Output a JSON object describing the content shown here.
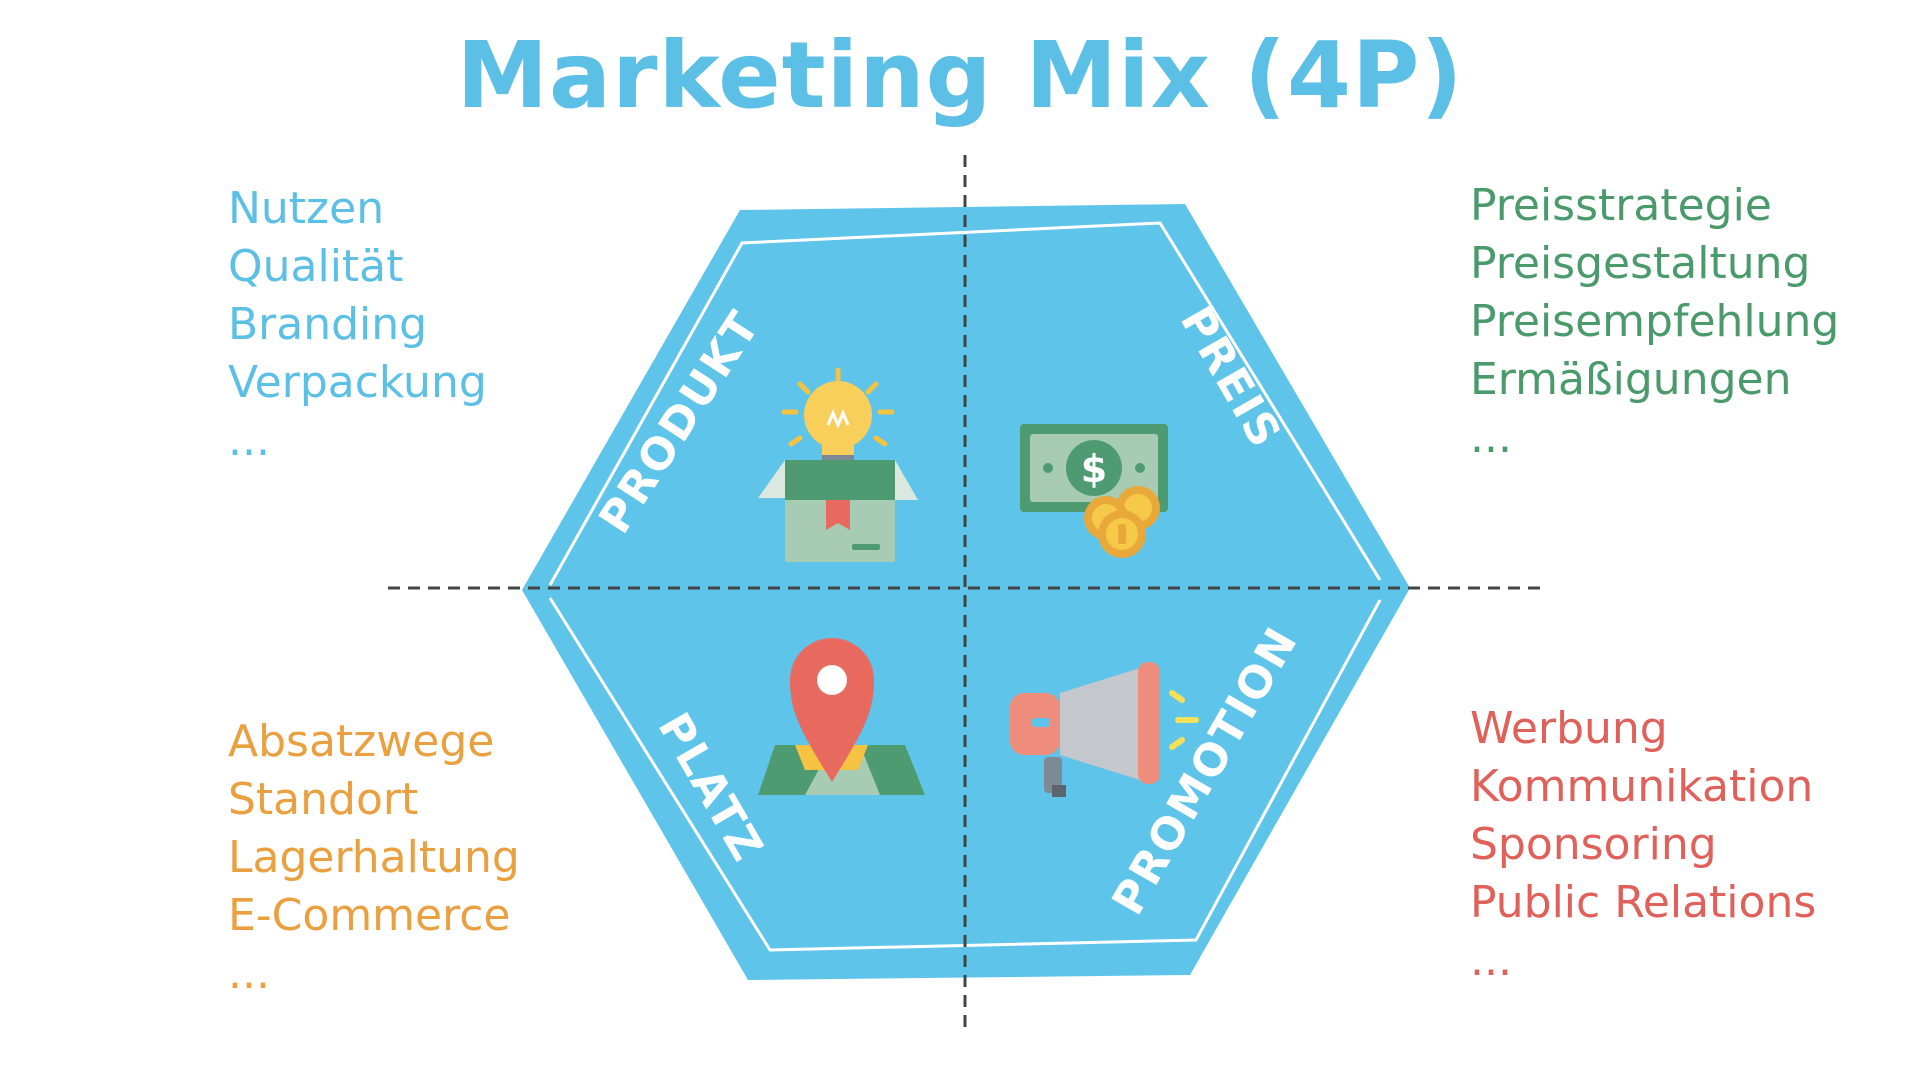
{
  "title": "Marketing Mix (4P)",
  "colors": {
    "title": "#5bbfe6",
    "hexagon": "#5ec4ea",
    "produkt": "#5bbfe6",
    "preis": "#4a9a6c",
    "platz": "#eba040",
    "promotion": "#e0605a"
  },
  "segments": {
    "produkt": {
      "label": "PRODUKT",
      "icon": "lightbulb-box-icon",
      "items": [
        "Nutzen",
        "Qualität",
        "Branding",
        "Verpackung",
        "..."
      ]
    },
    "preis": {
      "label": "PREIS",
      "icon": "money-coins-icon",
      "items": [
        "Preisstrategie",
        "Preisgestaltung",
        "Preisempfehlung",
        "Ermäßigungen",
        "..."
      ]
    },
    "platz": {
      "label": "PLATZ",
      "icon": "map-pin-icon",
      "items": [
        "Absatzwege",
        "Standort",
        "Lagerhaltung",
        "E-Commerce",
        "..."
      ]
    },
    "promotion": {
      "label": "PROMOTION",
      "icon": "megaphone-icon",
      "items": [
        "Werbung",
        "Kommunikation",
        "Sponsoring",
        "Public Relations",
        "..."
      ]
    }
  }
}
